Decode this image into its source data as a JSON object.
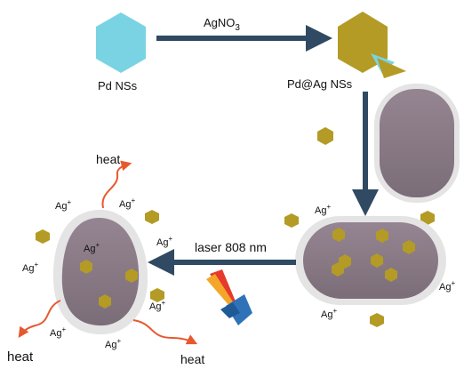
{
  "labels": {
    "pd_ns": "Pd NSs",
    "agno3": "AgNO",
    "agno3_sub": "3",
    "pd_ag_ns": "Pd@Ag NSs",
    "laser": "laser 808 nm",
    "heat": "heat"
  },
  "ions": {
    "base": "Ag",
    "charge": "+"
  },
  "colors": {
    "pd_hex": "#7ad3e3",
    "ag_gold": "#b39b26",
    "cell_fill": "#8a7b86",
    "cell_halo": "#e4e4e4",
    "arrow": "#2f4a62",
    "heat_arrow": "#e7582e",
    "laser_body": "#2f72b8",
    "laser_beam": "#e53a2c"
  }
}
